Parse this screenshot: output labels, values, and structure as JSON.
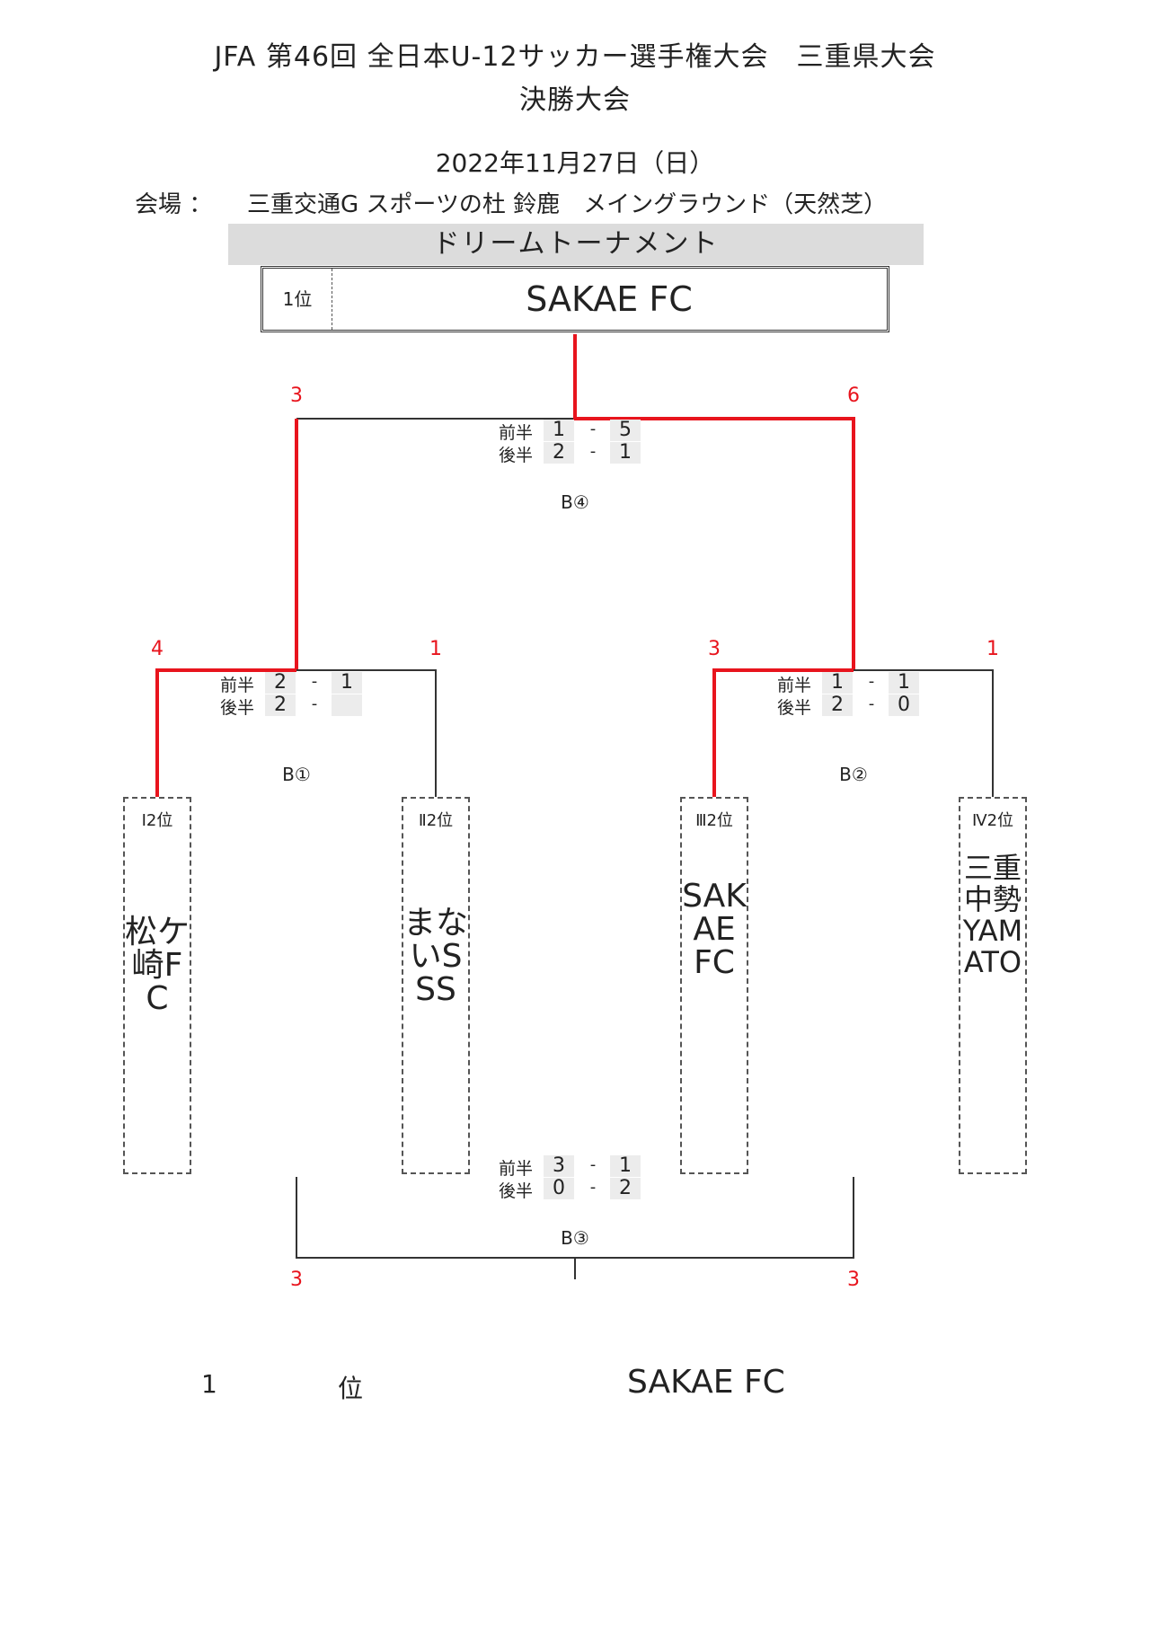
{
  "header": {
    "title_line1": "JFA 第46回 全日本U-12サッカー選手権大会　三重県大会",
    "title_line2": "決勝大会",
    "date": "2022年11月27日（日）",
    "venue_label": "会場 ：",
    "venue": "三重交通G スポーツの杜 鈴鹿　メイングラウンド（天然芝）",
    "section": "ドリームトーナメント"
  },
  "champion": {
    "rank": "1位",
    "name": "SAKAE FC"
  },
  "seeds": [
    {
      "label": "Ⅰ2位",
      "name": "松ケ崎FC"
    },
    {
      "label": "Ⅱ2位",
      "name": "まないSSS"
    },
    {
      "label": "Ⅲ2位",
      "name": "SAKAE　FC"
    },
    {
      "label": "Ⅳ2位",
      "name": "三重中勢YAMATO"
    }
  ],
  "matches": {
    "b1": {
      "id": "B①",
      "left_score": "4",
      "right_score": "1",
      "first_half_label": "前半",
      "second_half_label": "後半",
      "first_left": "2",
      "first_right": "1",
      "second_left": "2",
      "second_right": "",
      "sep": "-"
    },
    "b2": {
      "id": "B②",
      "left_score": "3",
      "right_score": "1",
      "first_half_label": "前半",
      "second_half_label": "後半",
      "first_left": "1",
      "first_right": "1",
      "second_left": "2",
      "second_right": "0",
      "sep": "-"
    },
    "b3": {
      "id": "B③",
      "left_score": "3",
      "right_score": "3",
      "first_half_label": "前半",
      "second_half_label": "後半",
      "first_left": "3",
      "first_right": "1",
      "second_left": "0",
      "second_right": "2",
      "sep": "-"
    },
    "b4": {
      "id": "B④",
      "left_score": "3",
      "right_score": "6",
      "first_half_label": "前半",
      "second_half_label": "後半",
      "first_left": "1",
      "first_right": "5",
      "second_left": "2",
      "second_right": "1",
      "sep": "-"
    }
  },
  "final_result": {
    "rank_num": "1",
    "rank_suffix": "位",
    "team": "SAKAE FC"
  },
  "colors": {
    "winner_line": "#e8141d",
    "bracket_line": "#333333",
    "banner_bg": "#dcdcdc"
  }
}
